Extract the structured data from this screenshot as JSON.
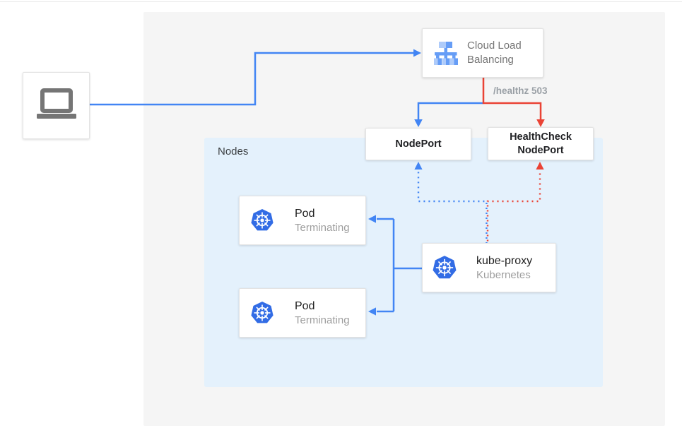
{
  "diagram": {
    "nodes_panel_label": "Nodes",
    "healthz_badge": "/healthz 503"
  },
  "cloud_load_balancing": {
    "label_line1": "Cloud Load",
    "label_line2": "Balancing"
  },
  "nodeport": {
    "label": "NodePort"
  },
  "healthcheck_nodeport": {
    "label_line1": "HealthCheck",
    "label_line2": "NodePort"
  },
  "pods": [
    {
      "title": "Pod",
      "status": "Terminating"
    },
    {
      "title": "Pod",
      "status": "Terminating"
    }
  ],
  "kube_proxy": {
    "title": "kube-proxy",
    "subtitle": "Kubernetes"
  },
  "colors": {
    "flow_blue": "#4285f4",
    "flow_red": "#ea4335",
    "nodes_panel_bg": "#e4f1fc",
    "outer_panel_bg": "#f5f5f5",
    "kubernetes_blue": "#326ce5",
    "muted_text": "#757575",
    "subtitle_gray": "#9e9e9e"
  }
}
